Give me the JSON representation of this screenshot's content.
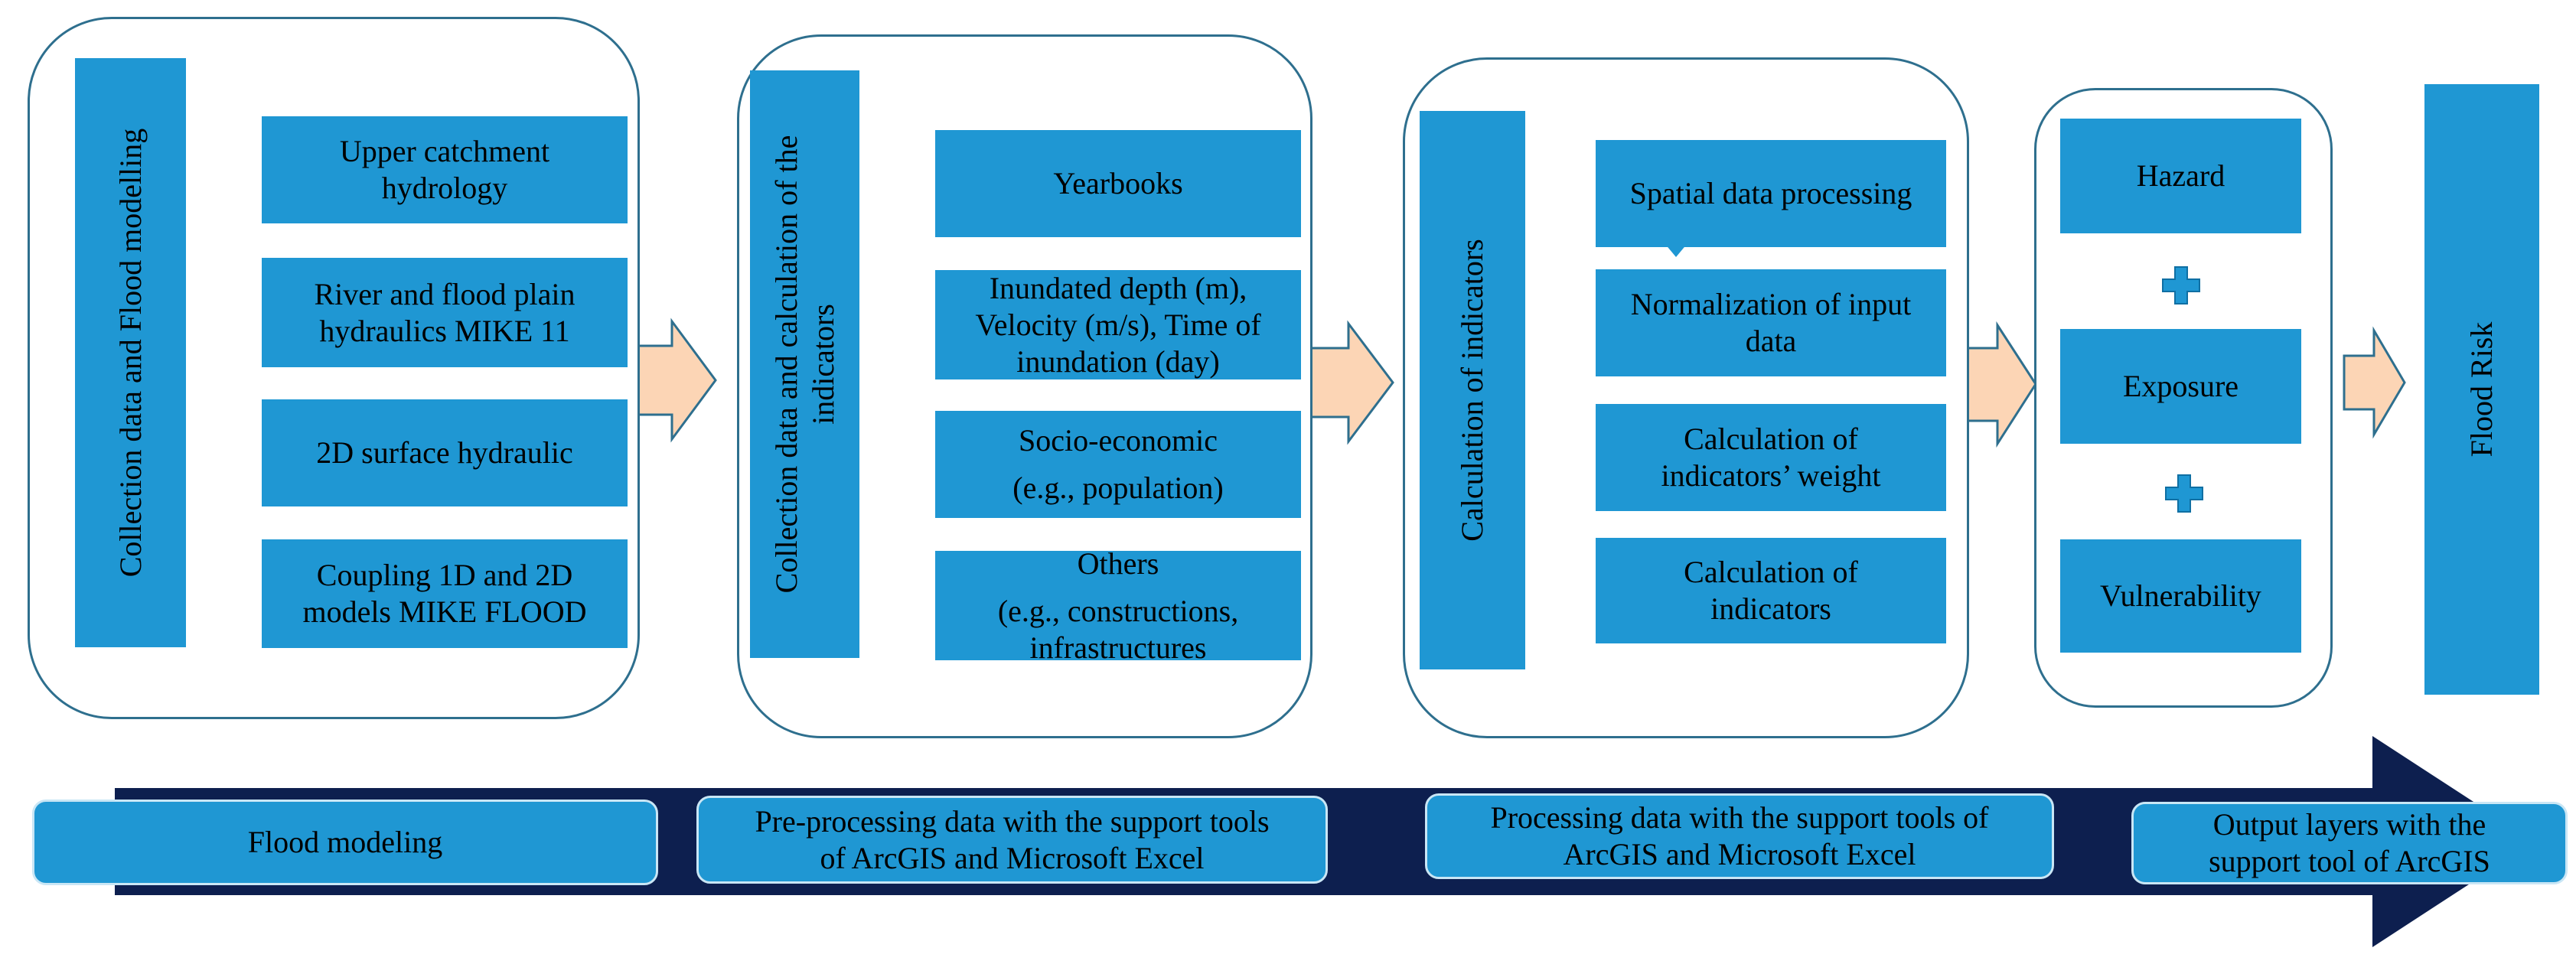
{
  "colors": {
    "box_fill": "#1f97d3",
    "panel_border": "#2e6f8e",
    "connector": "#2e6f8e",
    "arrow_fill": "#fcd5b5",
    "arrow_border": "#2e6f8e",
    "banner": "#0d1f4f"
  },
  "col1": {
    "title": "Collection data and Flood modelling",
    "items": [
      [
        "Upper catchment",
        "hydrology"
      ],
      [
        "River and flood plain",
        "hydraulics MIKE 11"
      ],
      [
        "2D surface hydraulic"
      ],
      [
        "Coupling 1D and 2D",
        "models MIKE FLOOD"
      ]
    ]
  },
  "col2": {
    "title": [
      "Collection data and calculation of the",
      "indicators"
    ],
    "items": [
      [
        "Yearbooks"
      ],
      [
        "Inundated depth (m),",
        "Velocity (m/s), Time of",
        "inundation (day)"
      ],
      [
        "Socio-economic",
        "(e.g., population)"
      ],
      [
        "Others",
        "(e.g., constructions,",
        "infrastructures"
      ]
    ]
  },
  "col3": {
    "title": "Calculation of indicators",
    "items": [
      [
        "Spatial data processing"
      ],
      [
        "Normalization of input",
        "data"
      ],
      [
        "Calculation of",
        "indicators’ weight"
      ],
      [
        "Calculation of",
        "indicators"
      ]
    ]
  },
  "col4": {
    "items": [
      "Hazard",
      "Exposure",
      "Vulnerability"
    ],
    "plus_icon": "plus-icon"
  },
  "output": {
    "label": "Flood Risk"
  },
  "stages": [
    [
      "Flood modeling"
    ],
    [
      "Pre-processing data with the support tools",
      "of ArcGIS  and Microsoft Excel"
    ],
    [
      "Processing data with the support tools of",
      "ArcGIS  and Microsoft Excel"
    ],
    [
      "Output layers with the",
      "support tool of ArcGIS"
    ]
  ]
}
